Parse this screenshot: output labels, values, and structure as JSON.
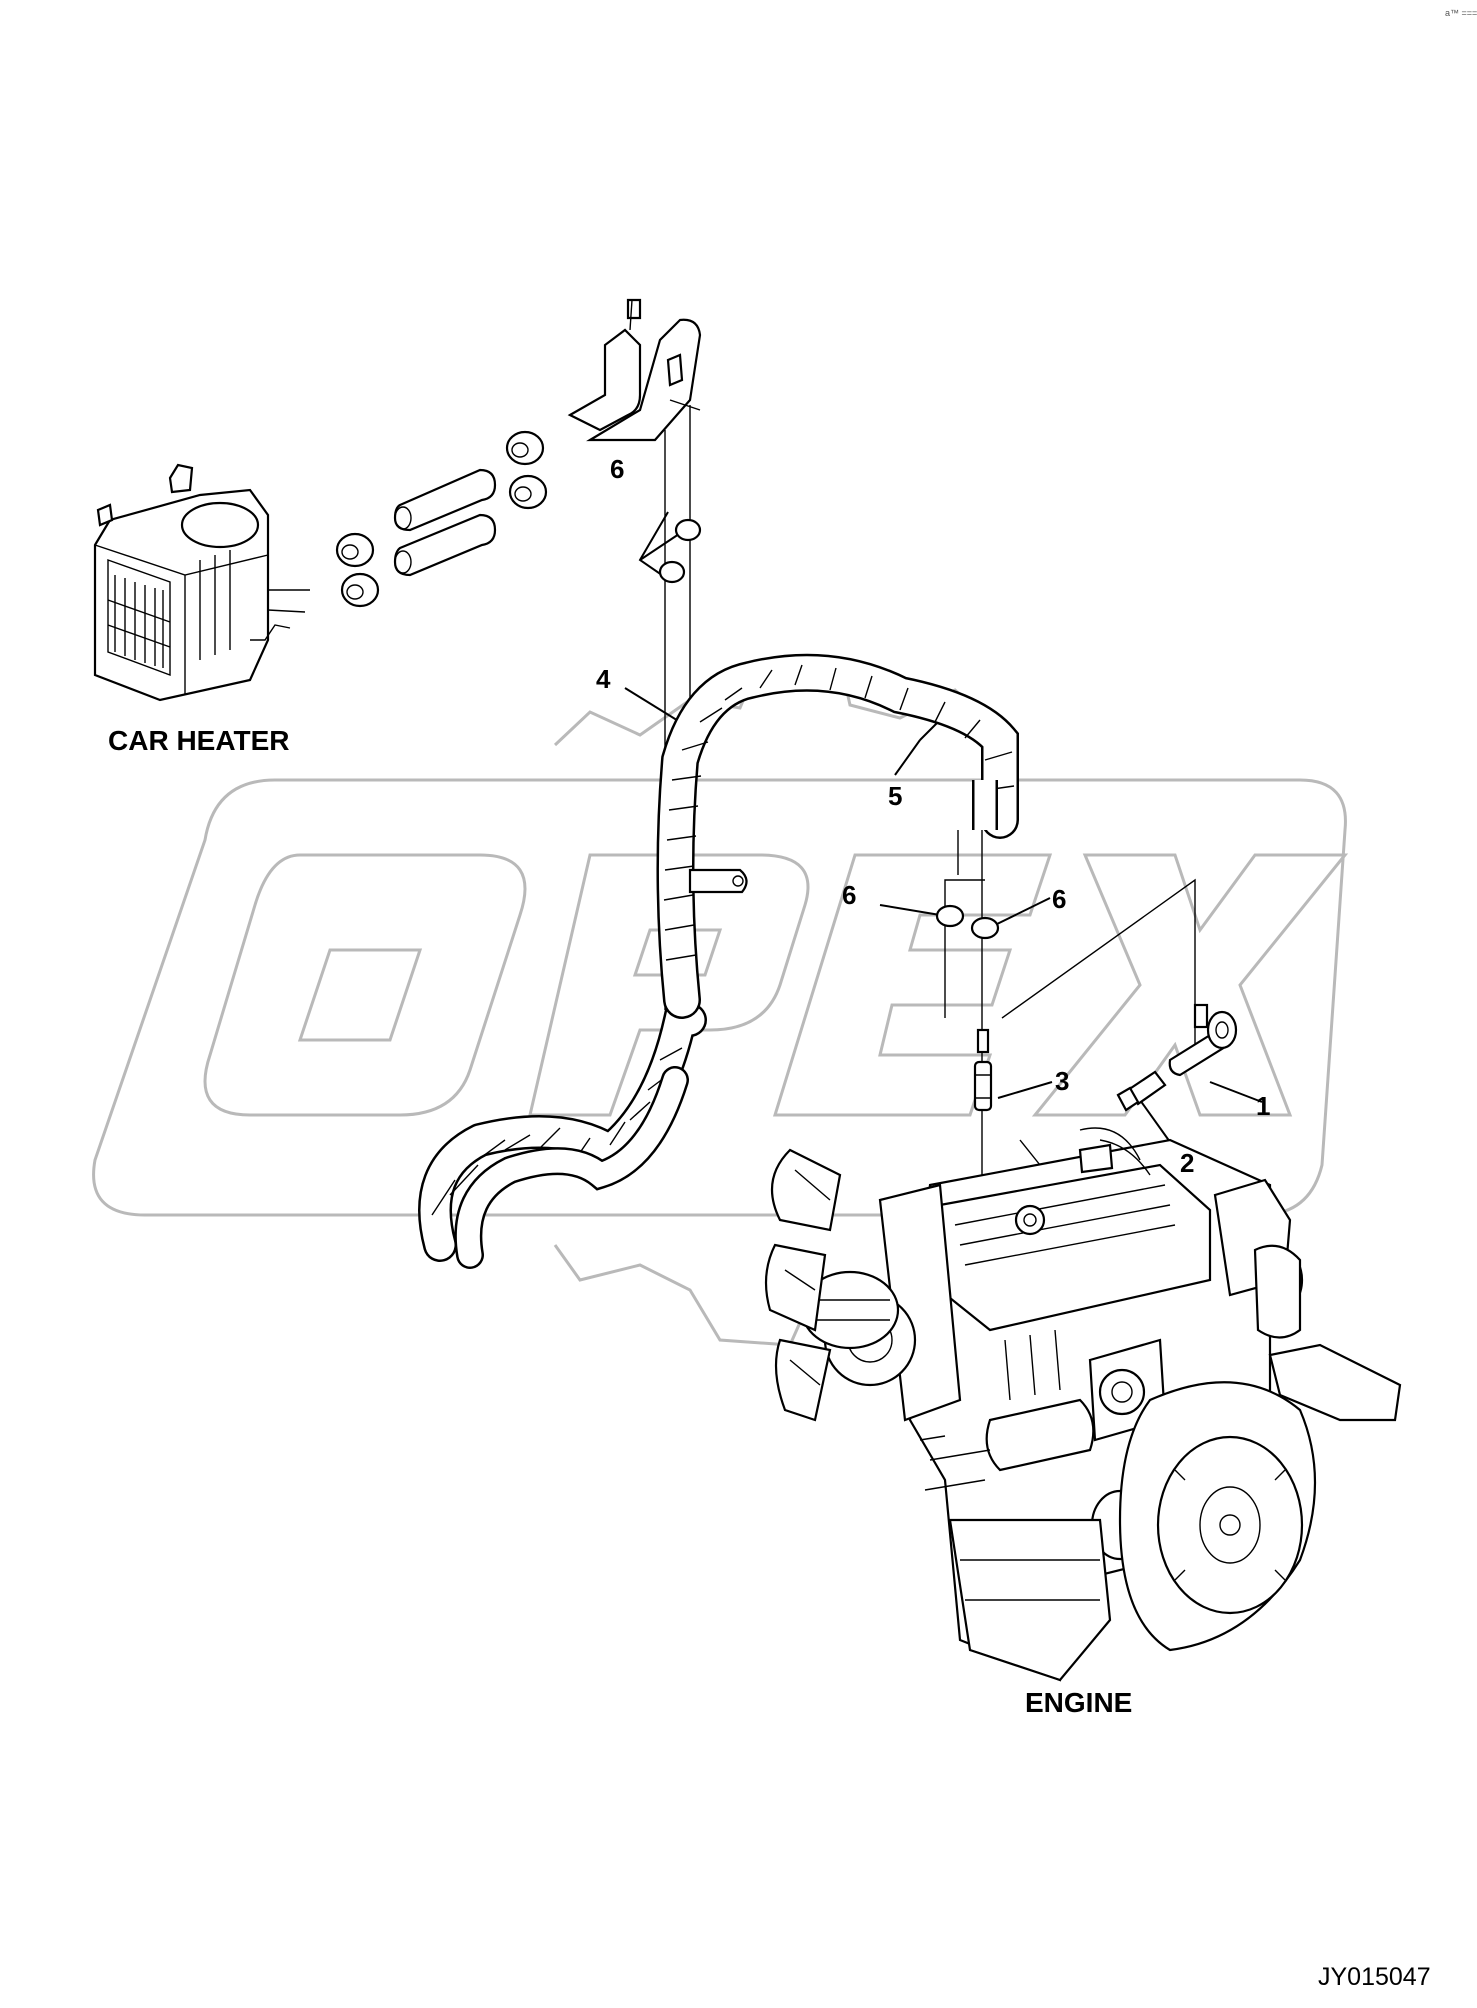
{
  "corner_mark": "a™ ===",
  "labels": {
    "car_heater": "CAR HEATER",
    "engine": "ENGINE",
    "drawing_code": "JY015047"
  },
  "watermark": {
    "text": "OPEX",
    "color": "#b9b9b9"
  },
  "callouts": [
    {
      "id": "1",
      "text": "1"
    },
    {
      "id": "2",
      "text": "2"
    },
    {
      "id": "3",
      "text": "3"
    },
    {
      "id": "4",
      "text": "4"
    },
    {
      "id": "5",
      "text": "5"
    },
    {
      "id": "6a",
      "text": "6"
    },
    {
      "id": "6b",
      "text": "6"
    },
    {
      "id": "6c",
      "text": "6"
    }
  ]
}
